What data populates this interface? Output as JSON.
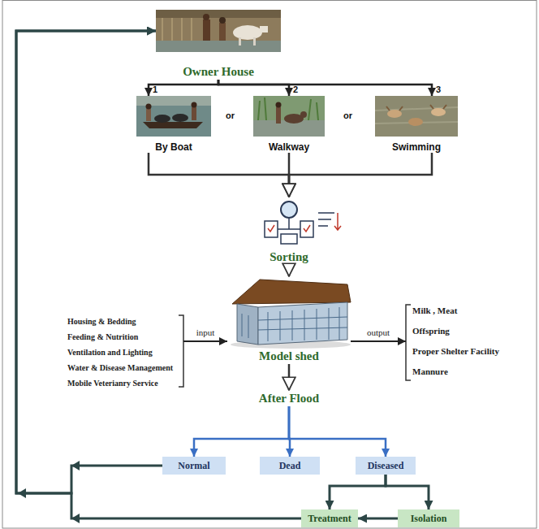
{
  "diagram": {
    "nodes": [
      {
        "text": [
          "Owner House"
        ]
      },
      {
        "text": [
          "By Boat"
        ]
      },
      {
        "text": [
          "Walkway"
        ]
      },
      {
        "text": [
          "Swimming"
        ]
      },
      {
        "text": [
          "Sorting"
        ]
      },
      {
        "text": [
          "Model shed"
        ]
      },
      {
        "text": [
          "After Flood"
        ]
      },
      {
        "text": [
          "Normal"
        ]
      },
      {
        "text": [
          "Dead"
        ]
      },
      {
        "text": [
          "Diseased"
        ]
      },
      {
        "text": [
          "Treatment"
        ]
      },
      {
        "text": [
          "Isolation"
        ]
      },
      {
        "text": [
          "Housing & Bedding",
          "Feeding & Nutrition",
          "Ventilation and Lighting",
          "Water & Disease Management",
          "Mobile Veterianry Service"
        ]
      },
      {
        "text": [
          "Milk , Meat",
          "Offspring",
          "Proper Shelter Facility",
          "Mannure"
        ]
      }
    ],
    "edges": [
      {
        "from": 0,
        "to": 1,
        "arrow": "to"
      },
      {
        "from": 0,
        "to": 2,
        "arrow": "to"
      },
      {
        "from": 0,
        "to": 3,
        "arrow": "to"
      },
      {
        "from": 1,
        "to": 4,
        "arrow": "to"
      },
      {
        "from": 2,
        "to": 4,
        "arrow": "to"
      },
      {
        "from": 3,
        "to": 4,
        "arrow": "to"
      },
      {
        "from": 4,
        "to": 5,
        "arrow": "to"
      },
      {
        "from": 12,
        "to": 5,
        "label": "input",
        "arrow": "to"
      },
      {
        "from": 5,
        "to": 13,
        "label": "output",
        "arrow": "to"
      },
      {
        "from": 5,
        "to": 6,
        "arrow": "to"
      },
      {
        "from": 6,
        "to": 7,
        "arrow": "to"
      },
      {
        "from": 6,
        "to": 8,
        "arrow": "to"
      },
      {
        "from": 6,
        "to": 9,
        "arrow": "to"
      },
      {
        "from": 9,
        "to": 10,
        "arrow": "to"
      },
      {
        "from": 9,
        "to": 11,
        "arrow": "to"
      },
      {
        "from": 11,
        "to": 10,
        "arrow": "to"
      },
      {
        "from": 7,
        "to": 0,
        "arrow": "to"
      },
      {
        "from": 10,
        "to": 0,
        "arrow": "to"
      }
    ],
    "labels": [
      "1",
      "2",
      "3",
      "or",
      "or"
    ]
  }
}
